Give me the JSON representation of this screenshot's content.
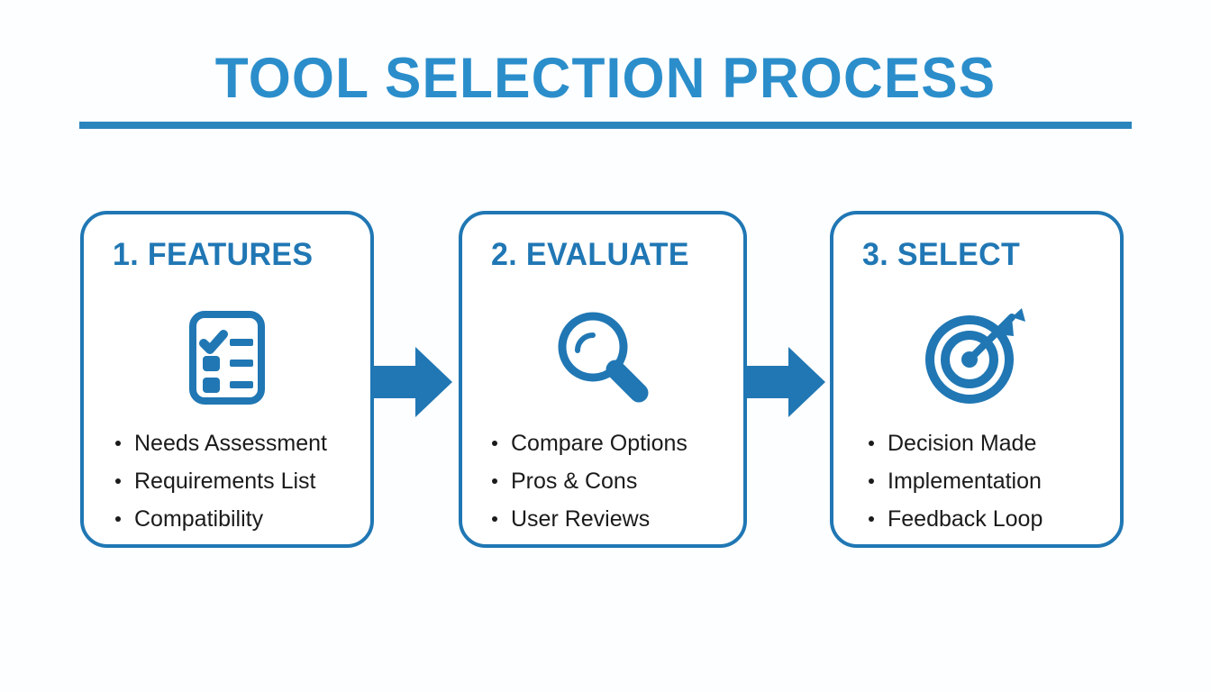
{
  "header": {
    "title": "TOOL SELECTION PROCESS",
    "rule_color": "#2b85bd",
    "title_color": "#2b8ecb"
  },
  "theme": {
    "background": "#fdfeff",
    "accent_blue": "#2077b4",
    "title_blue": "#2b8ecb",
    "text_color": "#1b1b1b",
    "card_border": "#2077b4"
  },
  "steps": [
    {
      "heading": "1. FEATURES",
      "icon": "checklist-icon",
      "bullets": [
        "Needs Assessment",
        "Requirements List",
        "Compatibility"
      ]
    },
    {
      "heading": "2. EVALUATE",
      "icon": "magnifying-glass-icon",
      "bullets": [
        "Compare Options",
        "Pros & Cons",
        "User Reviews"
      ]
    },
    {
      "heading": "3. SELECT",
      "icon": "target-arrow-icon",
      "bullets": [
        "Decision Made",
        "Implementation",
        "Feedback Loop"
      ]
    }
  ],
  "connectors": [
    {
      "name": "arrow-step1-to-step2",
      "direction": "right"
    },
    {
      "name": "arrow-step2-to-step3",
      "direction": "right"
    }
  ]
}
